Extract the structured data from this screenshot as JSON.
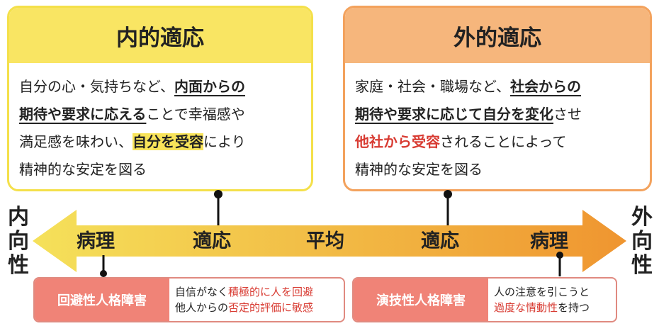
{
  "left_card": {
    "title": "内的適応",
    "line1_plain": "自分の心・気持ちなど、",
    "line1_ul": "内面からの",
    "line2_ul": "期待や要求に応える",
    "line2_plain": "ことで幸福感や",
    "line3_plain": "満足感を味わい、",
    "line3_hl": "自分を受容",
    "line3_plain2": "により",
    "line4_plain": "精神的な安定を図る"
  },
  "right_card": {
    "title": "外的適応",
    "line1_plain": "家庭・社会・職場など、",
    "line1_ul": "社会からの",
    "line2_ul": "期待や要求に応じて自分を変化",
    "line2_plain": "させ",
    "line3_red": "他社から受容",
    "line3_plain": "されることによって",
    "line4_plain": "精神的な安定を図る"
  },
  "side_left": [
    "内",
    "向",
    "性"
  ],
  "side_right": [
    "外",
    "向",
    "性"
  ],
  "axis": {
    "labels": [
      "病理",
      "適応",
      "平均",
      "適応",
      "病理"
    ],
    "colors": {
      "start": "#f5e15a",
      "end": "#ef9530"
    }
  },
  "disorder_left": {
    "name": "回避性人格障害",
    "desc1_plain": "自信がなく",
    "desc1_red": "積極的に人を回避",
    "desc2_plain": "他人からの",
    "desc2_red": "否定的評価に敏感"
  },
  "disorder_right": {
    "name": "演技性人格障害",
    "desc1_plain": "人の注意を引こうと",
    "desc2_red": "過度な情動性",
    "desc2_plain": "を持つ"
  }
}
